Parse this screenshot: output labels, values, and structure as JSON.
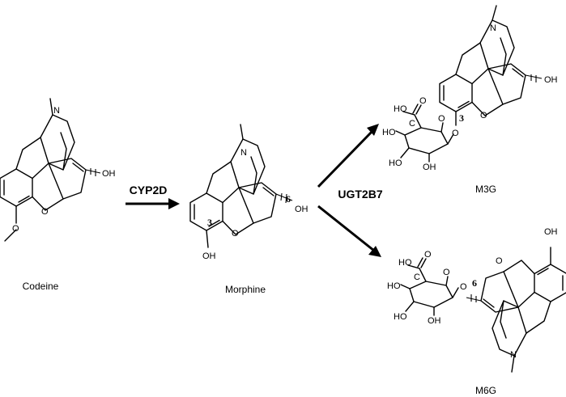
{
  "compounds": {
    "codeine": {
      "label": "Codeine"
    },
    "morphine": {
      "label": "Morphine"
    },
    "m3g": {
      "label": "M3G"
    },
    "m6g": {
      "label": "M6G"
    }
  },
  "enzymes": {
    "cyp2d": {
      "label": "CYP2D"
    },
    "ugt2b7": {
      "label": "UGT2B7"
    }
  },
  "atoms": {
    "n": "N",
    "o": "O",
    "oh": "OH",
    "ho": "HO",
    "c": "C"
  },
  "positions": {
    "p3": "3",
    "p6": "6"
  }
}
